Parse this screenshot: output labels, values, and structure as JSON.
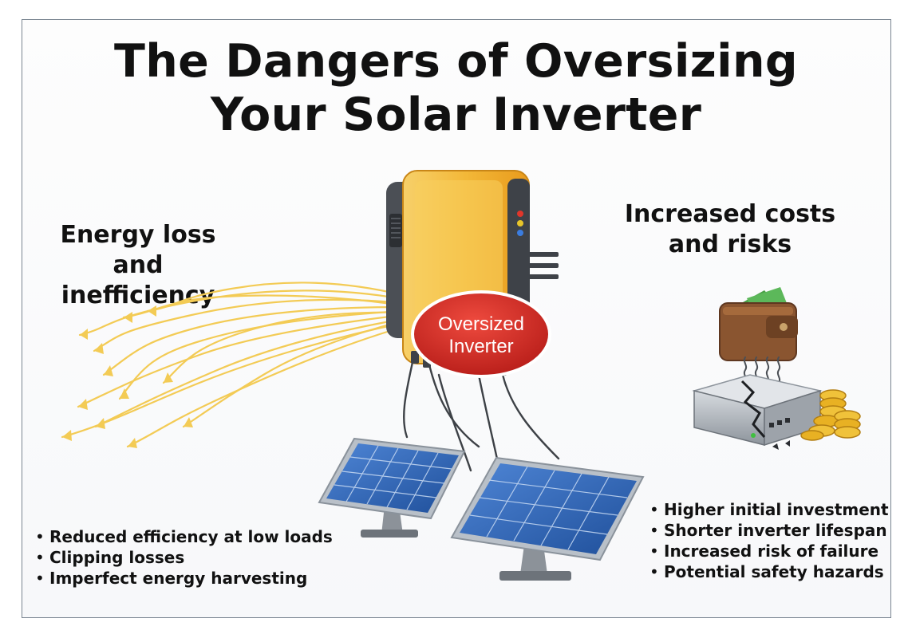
{
  "title": {
    "line1": "The Dangers of Oversizing",
    "line2": "Your Solar Inverter"
  },
  "left": {
    "heading_line1": "Energy loss and",
    "heading_line2": "inefficiency",
    "bullets": [
      "Reduced efficiency at low loads",
      "Clipping losses",
      "Imperfect energy harvesting"
    ]
  },
  "right": {
    "heading_line1": "Increased costs",
    "heading_line2": "and risks",
    "bullets": [
      "Higher initial investment",
      "Shorter inverter lifespan",
      "Increased risk of failure",
      "Potential safety hazards"
    ]
  },
  "badge": {
    "line1": "Oversized",
    "line2": "Inverter"
  },
  "icons": {
    "inverter": "solar-inverter-icon",
    "panels": "solar-panel-icon",
    "wallet": "wallet-icon",
    "broken_device": "broken-device-icon",
    "coins": "coins-icon",
    "energy_rays": "energy-loss-rays"
  },
  "colors": {
    "inverter_body": "#f2b533",
    "badge": "#d42a25",
    "panel": "#2f5ea8",
    "rays": "#f3cb55",
    "wallet": "#8a5530",
    "coin": "#e8b123"
  }
}
